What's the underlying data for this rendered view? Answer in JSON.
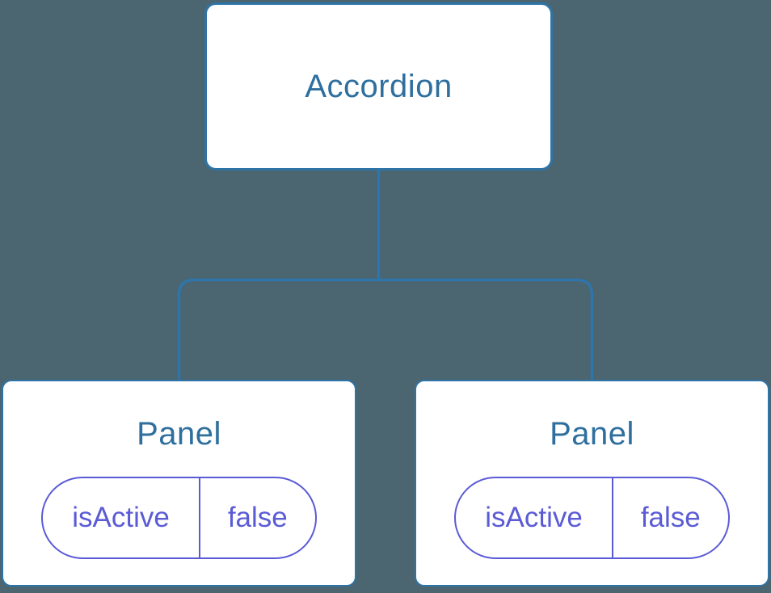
{
  "colors": {
    "background": "#4B6571",
    "connector": "#2E75A9",
    "node_fill": "#FFFFFF",
    "node_border": "#2E74A6",
    "title_text": "#2E6F9E",
    "state_color": "#5B5BD6"
  },
  "tree": {
    "root": {
      "label": "Accordion"
    },
    "children": [
      {
        "label": "Panel",
        "state": {
          "name": "isActive",
          "value": "false"
        }
      },
      {
        "label": "Panel",
        "state": {
          "name": "isActive",
          "value": "false"
        }
      }
    ]
  }
}
